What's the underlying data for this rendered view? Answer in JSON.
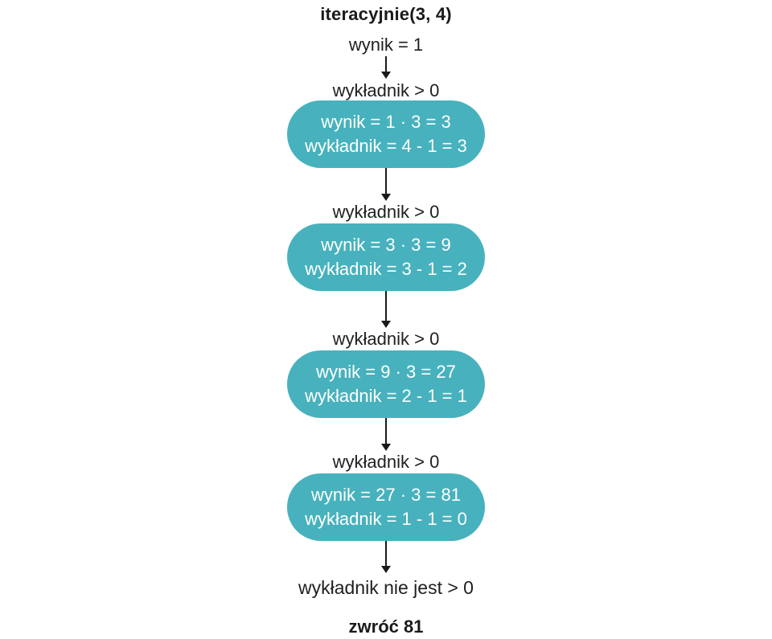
{
  "diagram": {
    "title": "iteracyjnie(3, 4)",
    "init": "wynik = 1",
    "steps": [
      {
        "condition": "wykładnik > 0",
        "line1": "wynik = 1 · 3 = 3",
        "line2": "wykładnik = 4 - 1 = 3"
      },
      {
        "condition": "wykładnik > 0",
        "line1": "wynik = 3 · 3 = 9",
        "line2": "wykładnik = 3 - 1 = 2"
      },
      {
        "condition": "wykładnik > 0",
        "line1": "wynik = 9 · 3 = 27",
        "line2": "wykładnik = 2 - 1 = 1"
      },
      {
        "condition": "wykładnik > 0",
        "line1": "wynik = 27 · 3 = 81",
        "line2": "wykładnik = 1 - 1 = 0"
      }
    ],
    "final_condition": "wykładnik nie jest > 0",
    "result": "zwróć 81",
    "colors": {
      "box_fill": "#47b2bd",
      "box_text": "#ffffff",
      "text": "#1d1d1d",
      "arrow": "#1a1a1a",
      "background": "#ffffff"
    }
  }
}
